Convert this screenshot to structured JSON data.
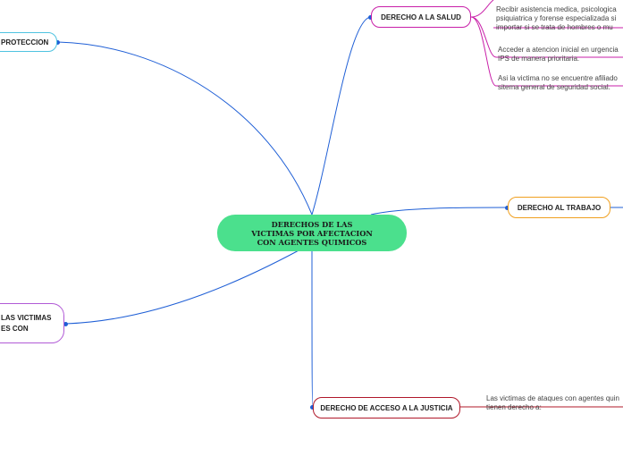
{
  "central": {
    "title": "DERECHOS DE LAS VICTIMAS POR AFECTACION CON AGENTES QUIMICOS"
  },
  "branches": {
    "proteccion": "PROTECCION",
    "victimas_left": "LAS VICTIMAS\nES CON",
    "salud": "DERECHO A LA SALUD",
    "trabajo": "DERECHO AL TRABAJO",
    "justicia": "DERECHO DE ACCESO A LA JUSTICIA"
  },
  "salud_notes": [
    "Recibir asistencia medica, psicologica\npsiquiatrica y forense especializada si\nimportar  si se trata de hombres o mu",
    "Acceder  a atencion inicial en urgencia\nIPS de  manera prioritaria.",
    "Asi la victima no se encuentre afiliado\nsitema general de seguridad social."
  ],
  "justicia_note": "Las victimas de ataques con agentes quin\ntienen derecho a:",
  "colors": {
    "link": "#1f5fd6",
    "central": "#4be08d",
    "proteccion": "#4fc3e0",
    "victimas": "#b15ad6",
    "salud": "#c81fa8",
    "trabajo": "#f0a020",
    "justicia": "#b0182a"
  }
}
